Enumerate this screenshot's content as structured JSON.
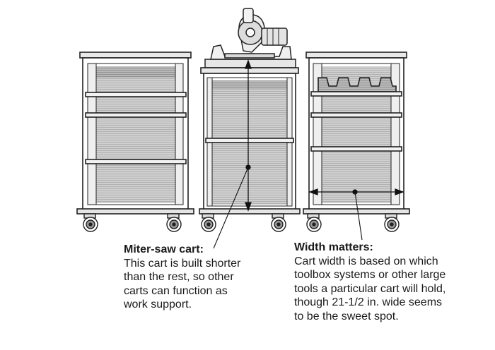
{
  "captions": {
    "miter": {
      "title": "Miter-saw cart:",
      "lines": [
        "This cart is built shorter",
        "than the rest, so other",
        "carts can function as",
        "work support."
      ]
    },
    "width": {
      "title": "Width matters:",
      "lines": [
        "Cart width is based on which",
        "toolbox systems or other large",
        "tools a particular cart will hold,",
        "though 21-1/2 in. wide seems",
        "to be the sweet spot."
      ]
    }
  }
}
